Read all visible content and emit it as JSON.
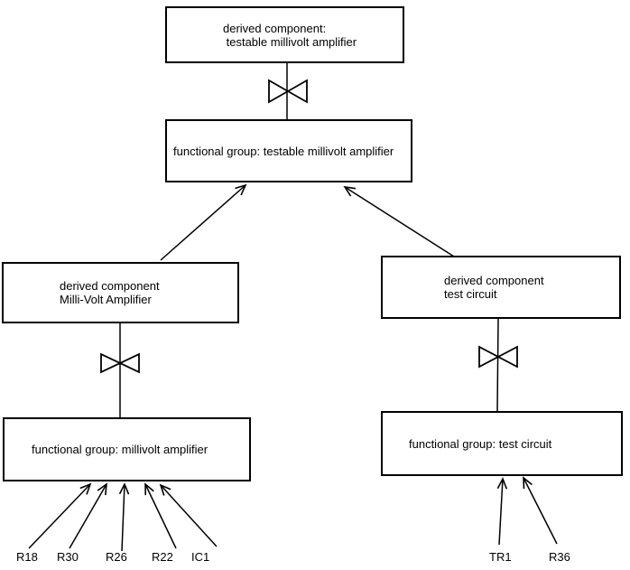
{
  "diagram": {
    "colors": {
      "background": "#ffffff",
      "line": "#000000",
      "box_border": "#000000",
      "text": "#000000"
    },
    "nodes": {
      "top_derived": {
        "line1": "derived component:",
        "line2": " testable millivolt amplifier"
      },
      "top_functional": {
        "label": "functional group: testable millivolt amplifier"
      },
      "left_derived": {
        "line1": "derived component",
        "line2": "Milli-Volt Amplifier"
      },
      "right_derived": {
        "line1": "derived component",
        "line2": "test circuit"
      },
      "left_functional": {
        "label": "functional group: millivolt amplifier"
      },
      "right_functional": {
        "label": "functional group: test circuit"
      }
    },
    "left_leaves": [
      {
        "label": "R18"
      },
      {
        "label": "R30"
      },
      {
        "label": "R26"
      },
      {
        "label": "R22"
      },
      {
        "label": "IC1"
      }
    ],
    "right_leaves": [
      {
        "label": "TR1"
      },
      {
        "label": "R36"
      }
    ]
  }
}
